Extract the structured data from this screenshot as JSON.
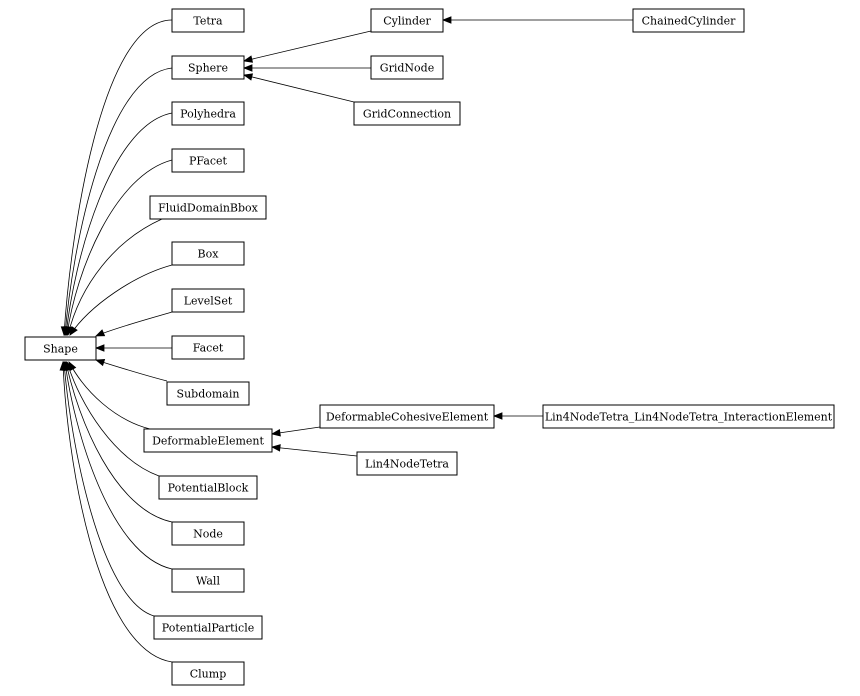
{
  "diagram": {
    "nodes": [
      {
        "id": "shape",
        "label": "Shape"
      },
      {
        "id": "tetra",
        "label": "Tetra"
      },
      {
        "id": "sphere",
        "label": "Sphere"
      },
      {
        "id": "polyhedra",
        "label": "Polyhedra"
      },
      {
        "id": "pfacet",
        "label": "PFacet"
      },
      {
        "id": "fluiddomainbbox",
        "label": "FluidDomainBbox"
      },
      {
        "id": "box",
        "label": "Box"
      },
      {
        "id": "levelset",
        "label": "LevelSet"
      },
      {
        "id": "facet",
        "label": "Facet"
      },
      {
        "id": "subdomain",
        "label": "Subdomain"
      },
      {
        "id": "deformableelement",
        "label": "DeformableElement"
      },
      {
        "id": "potentialblock",
        "label": "PotentialBlock"
      },
      {
        "id": "node",
        "label": "Node"
      },
      {
        "id": "wall",
        "label": "Wall"
      },
      {
        "id": "potentialparticle",
        "label": "PotentialParticle"
      },
      {
        "id": "clump",
        "label": "Clump"
      },
      {
        "id": "cylinder",
        "label": "Cylinder"
      },
      {
        "id": "gridnode",
        "label": "GridNode"
      },
      {
        "id": "gridconnection",
        "label": "GridConnection"
      },
      {
        "id": "chainedcylinder",
        "label": "ChainedCylinder"
      },
      {
        "id": "deformablecohesiveelement",
        "label": "DeformableCohesiveElement"
      },
      {
        "id": "lin4nodetetra",
        "label": "Lin4NodeTetra"
      },
      {
        "id": "lin4nodetetra_interaction",
        "label": "Lin4NodeTetra_Lin4NodeTetra_InteractionElement"
      }
    ],
    "edges": [
      {
        "from": "tetra",
        "to": "shape"
      },
      {
        "from": "sphere",
        "to": "shape"
      },
      {
        "from": "polyhedra",
        "to": "shape"
      },
      {
        "from": "pfacet",
        "to": "shape"
      },
      {
        "from": "fluiddomainbbox",
        "to": "shape"
      },
      {
        "from": "box",
        "to": "shape"
      },
      {
        "from": "levelset",
        "to": "shape"
      },
      {
        "from": "facet",
        "to": "shape"
      },
      {
        "from": "subdomain",
        "to": "shape"
      },
      {
        "from": "deformableelement",
        "to": "shape"
      },
      {
        "from": "potentialblock",
        "to": "shape"
      },
      {
        "from": "node",
        "to": "shape"
      },
      {
        "from": "wall",
        "to": "shape"
      },
      {
        "from": "potentialparticle",
        "to": "shape"
      },
      {
        "from": "clump",
        "to": "shape"
      },
      {
        "from": "cylinder",
        "to": "sphere"
      },
      {
        "from": "gridnode",
        "to": "sphere"
      },
      {
        "from": "gridconnection",
        "to": "sphere"
      },
      {
        "from": "chainedcylinder",
        "to": "cylinder"
      },
      {
        "from": "deformablecohesiveelement",
        "to": "deformableelement"
      },
      {
        "from": "lin4nodetetra",
        "to": "deformableelement"
      },
      {
        "from": "lin4nodetetra_interaction",
        "to": "deformablecohesiveelement"
      }
    ]
  }
}
